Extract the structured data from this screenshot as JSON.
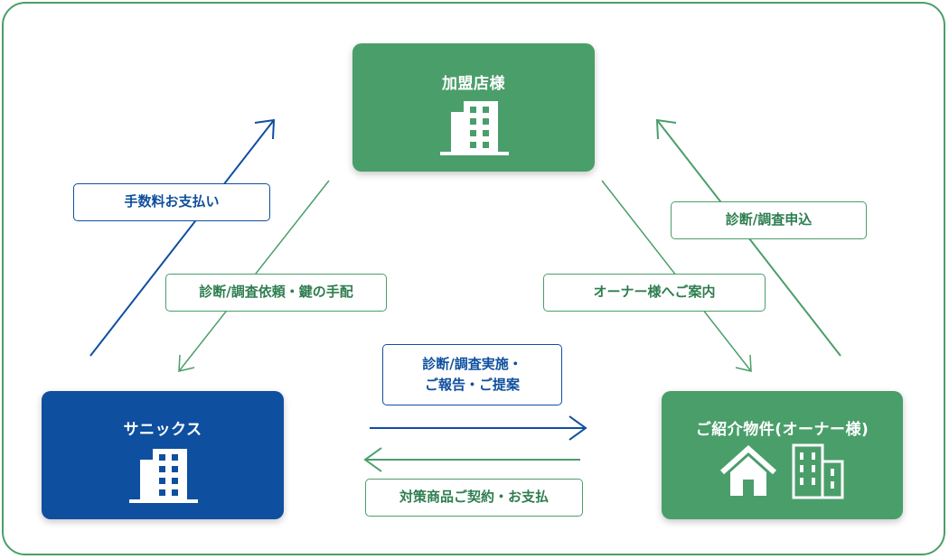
{
  "colors": {
    "green": "#4a9e6a",
    "blue": "#0f4f9f",
    "border": "#4a9e6a",
    "white": "#ffffff"
  },
  "nodes": {
    "franchise": {
      "title": "加盟店様",
      "icon": "building-icon"
    },
    "sanix": {
      "title": "サニックス",
      "icon": "building-icon"
    },
    "owner": {
      "title": "ご紹介物件(オーナー様)",
      "icons": [
        "house-icon",
        "apartment-icon"
      ]
    }
  },
  "labels": {
    "fee_payment": "手数料お支払い",
    "diagnosis_request": "診断/調査依頼・鍵の手配",
    "diagnosis_application": "診断/調査申込",
    "owner_guidance": "オーナー様へご案内",
    "diagnosis_execution": "診断/調査実施・ご報告・ご提案",
    "contract_payment": "対策商品ご契約・お支払"
  }
}
